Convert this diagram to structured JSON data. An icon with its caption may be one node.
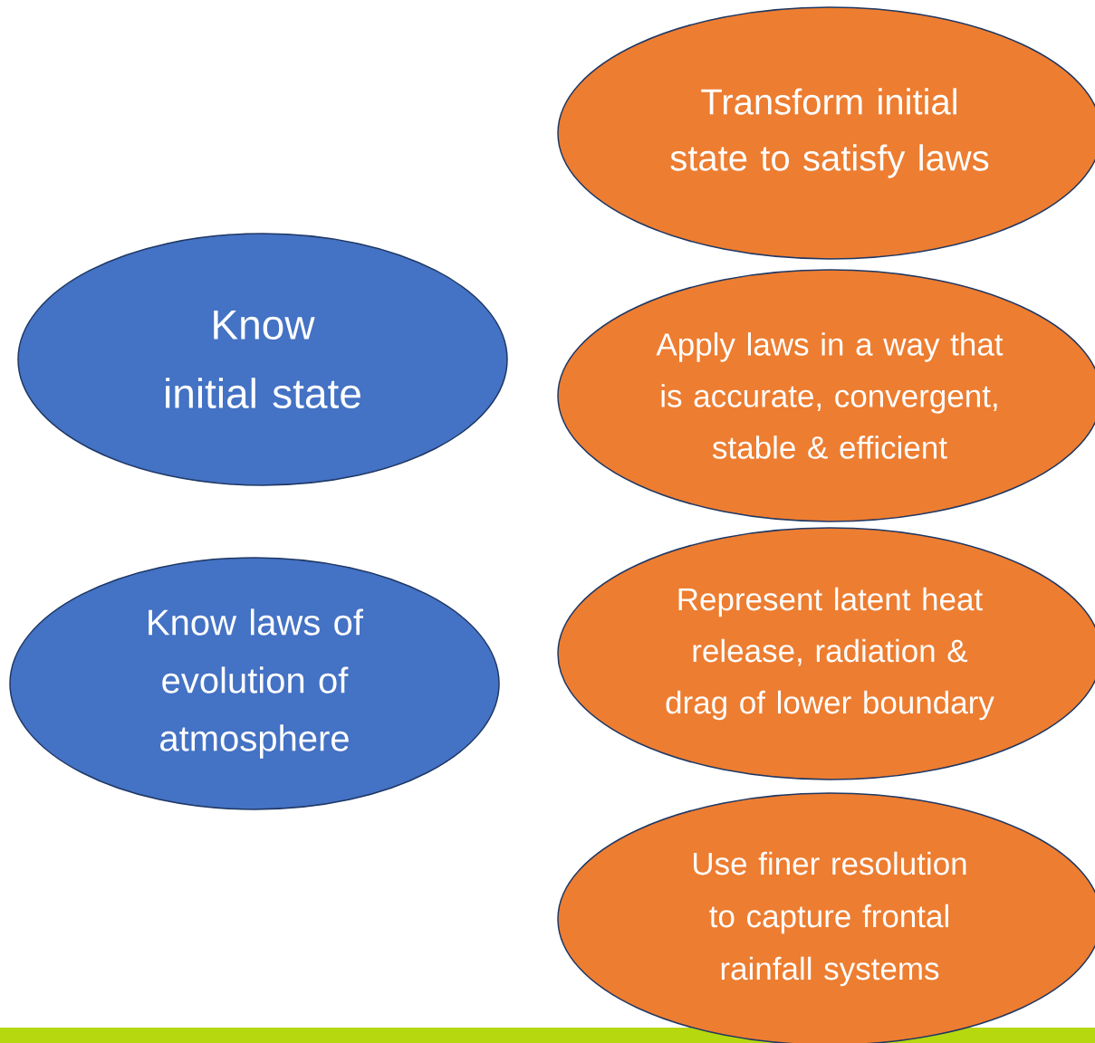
{
  "diagram": {
    "nodes": [
      {
        "text": [
          "Transform initial state to satisfy laws"
        ]
      },
      {
        "text": [
          "Know initial state"
        ]
      },
      {
        "text": [
          "Apply laws in a way that is accurate, convergent, stable & efficient"
        ]
      },
      {
        "text": [
          "Represent latent heat release, radiation & drag of lower boundary"
        ]
      },
      {
        "text": [
          "Know laws of evolution of atmosphere"
        ]
      },
      {
        "text": [
          "Use finer resolution to capture frontal rainfall systems"
        ]
      }
    ]
  }
}
